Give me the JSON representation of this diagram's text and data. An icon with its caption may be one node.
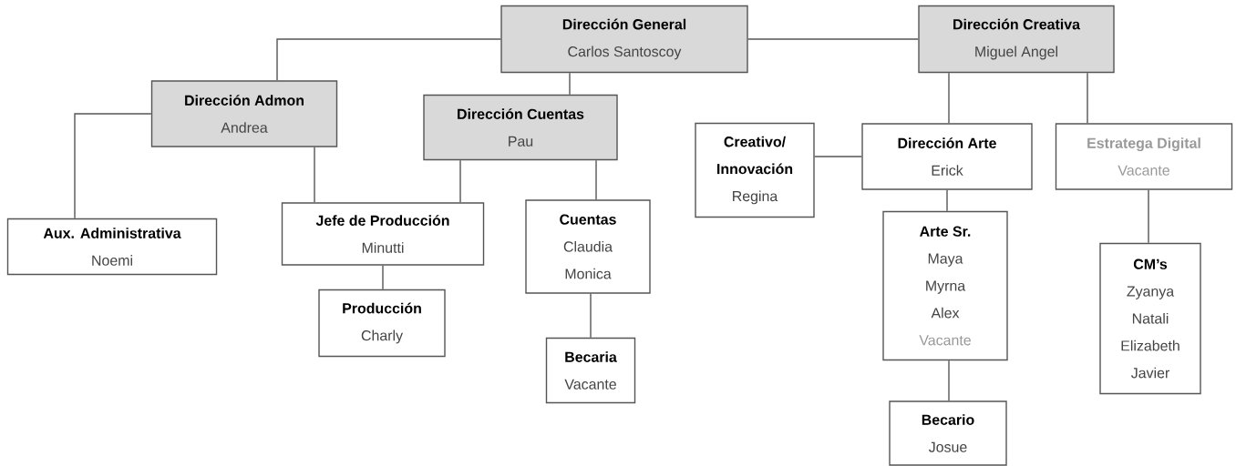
{
  "diagram": {
    "nodes": [
      {
        "text": [
          "Dirección General",
          "Carlos Santoscoy"
        ]
      },
      {
        "text": [
          "Dirección Creativa",
          "Miguel Angel"
        ]
      },
      {
        "text": [
          "Dirección Admon",
          "Andrea"
        ]
      },
      {
        "text": [
          "Dirección Cuentas",
          "Pau"
        ]
      },
      {
        "text": [
          "Creativo/ Innovación",
          "Regina"
        ]
      },
      {
        "text": [
          "Dirección Arte",
          "Erick"
        ]
      },
      {
        "text": [
          "Estratega Digital",
          "Vacante"
        ]
      },
      {
        "text": [
          "Aux. Administrativa",
          "Noemi"
        ]
      },
      {
        "text": [
          "Jefe de Producción",
          "Minutti"
        ]
      },
      {
        "text": [
          "Cuentas",
          "Claudia",
          "Monica"
        ]
      },
      {
        "text": [
          "Producción",
          "Charly"
        ]
      },
      {
        "text": [
          "Arte Sr.",
          "Maya",
          "Myrna",
          "Alex",
          "Vacante"
        ]
      },
      {
        "text": [
          "CM’s",
          "Zyanya",
          "Natali",
          "Elizabeth",
          "Javier"
        ]
      },
      {
        "text": [
          "Becaria",
          "Vacante"
        ]
      },
      {
        "text": [
          "Becario",
          "Josue"
        ]
      }
    ],
    "edges": [
      {
        "from": 0,
        "to": 1,
        "arrow": "none"
      },
      {
        "from": 0,
        "to": 2,
        "arrow": "none"
      },
      {
        "from": 0,
        "to": 3,
        "arrow": "none"
      },
      {
        "from": 1,
        "to": 5,
        "arrow": "none"
      },
      {
        "from": 1,
        "to": 6,
        "arrow": "none"
      },
      {
        "from": 2,
        "to": 7,
        "arrow": "none"
      },
      {
        "from": 2,
        "to": 8,
        "arrow": "none"
      },
      {
        "from": 3,
        "to": 8,
        "arrow": "none"
      },
      {
        "from": 3,
        "to": 9,
        "arrow": "none"
      },
      {
        "from": 5,
        "to": 4,
        "arrow": "none"
      },
      {
        "from": 5,
        "to": 11,
        "arrow": "none"
      },
      {
        "from": 6,
        "to": 12,
        "arrow": "none"
      },
      {
        "from": 8,
        "to": 10,
        "arrow": "none"
      },
      {
        "from": 9,
        "to": 13,
        "arrow": "none"
      },
      {
        "from": 11,
        "to": 14,
        "arrow": "none"
      }
    ]
  }
}
